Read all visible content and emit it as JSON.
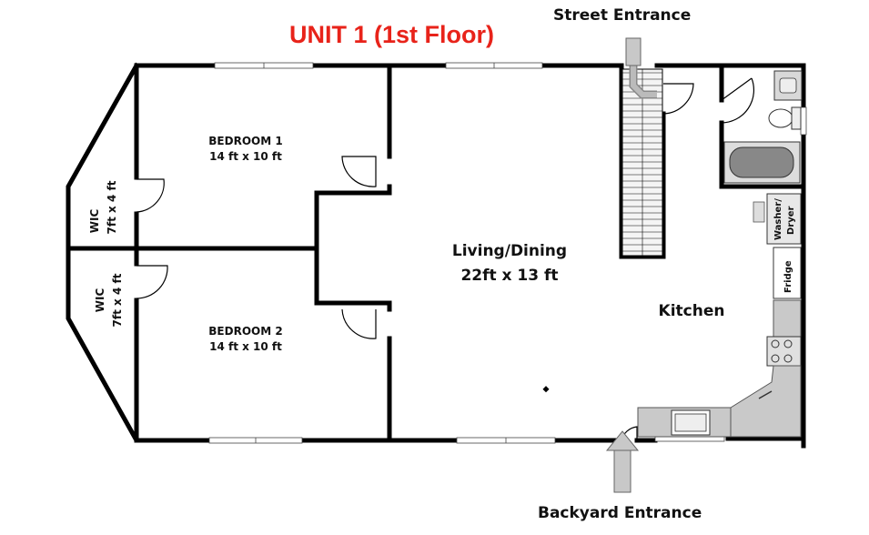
{
  "title": "UNIT 1 (1st Floor)",
  "entrances": {
    "street": "Street Entrance",
    "backyard": "Backyard Entrance"
  },
  "rooms": {
    "bedroom1": {
      "name": "BEDROOM 1",
      "size": "14 ft x 10 ft"
    },
    "bedroom2": {
      "name": "BEDROOM 2",
      "size": "14 ft x 10 ft"
    },
    "wic_upper": {
      "name": "WIC",
      "size": "7ft x 4 ft"
    },
    "wic_lower": {
      "name": "WIC",
      "size": "7ft x 4 ft"
    },
    "living": {
      "name": "Living/Dining",
      "size": "22ft x 13 ft"
    },
    "kitchen": {
      "name": "Kitchen"
    }
  },
  "appliances": {
    "washer_line1": "Washer/",
    "washer_line2": "Dryer",
    "fridge": "Fridge"
  },
  "colors": {
    "title": "#e8231a",
    "walls": "#000000",
    "counter": "#c9c9c9"
  }
}
